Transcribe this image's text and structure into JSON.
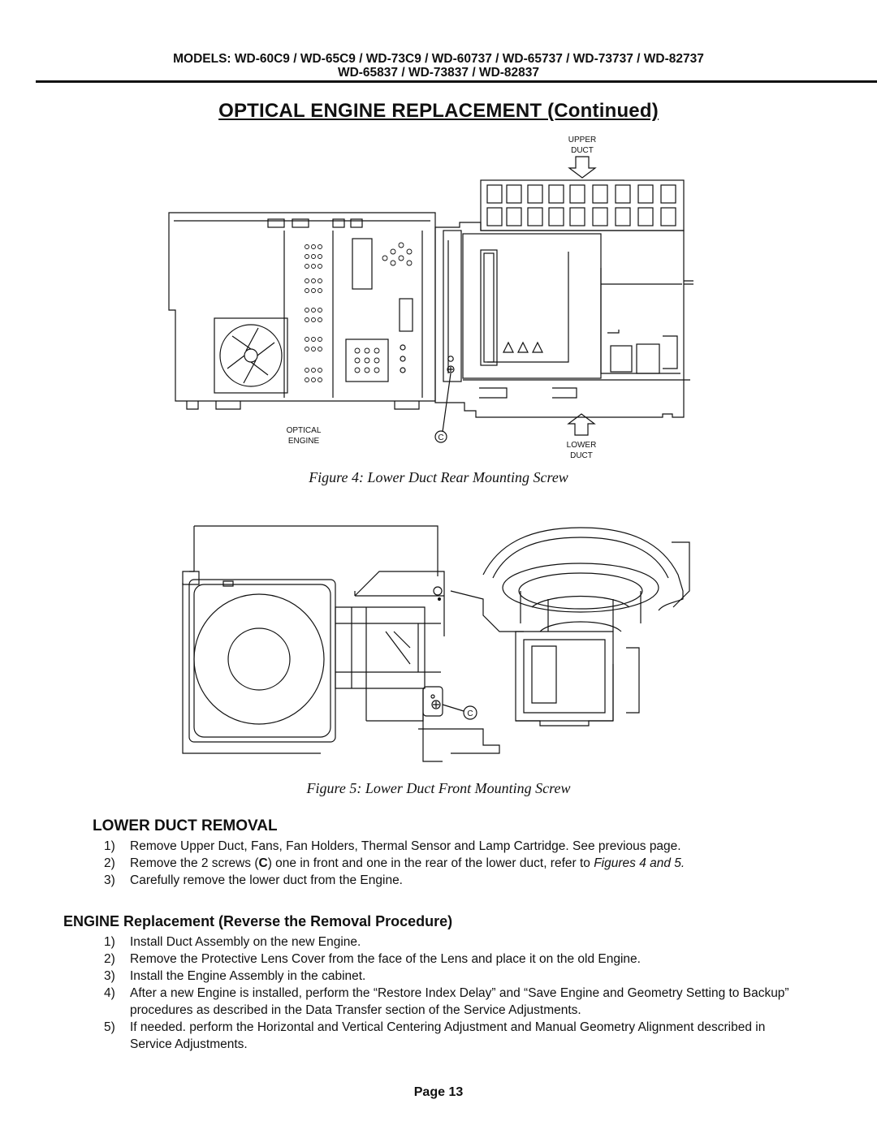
{
  "header": {
    "models_line1": "MODELS: WD-60C9 / WD-65C9 / WD-73C9 / WD-60737 / WD-65737 / WD-73737 / WD-82737",
    "models_line2": "WD-65837 / WD-73837 / WD-82837"
  },
  "title": "OPTICAL  ENGINE  REPLACEMENT  (Continued)",
  "figure4": {
    "labels": {
      "upper_duct_1": "UPPER",
      "upper_duct_2": "DUCT",
      "optical_engine_1": "OPTICAL",
      "optical_engine_2": "ENGINE",
      "lower_duct_1": "LOWER",
      "lower_duct_2": "DUCT",
      "screw": "C"
    },
    "caption": "Figure 4:  Lower Duct Rear Mounting Screw"
  },
  "figure5": {
    "labels": {
      "screw": "C"
    },
    "caption": "Figure 5:  Lower Duct  Front Mounting Screw"
  },
  "lower_duct_removal": {
    "heading": "LOWER DUCT REMOVAL",
    "steps": [
      {
        "n": "1)",
        "text": "Remove Upper Duct, Fans, Fan Holders, Thermal Sensor and Lamp Cartridge. See previous page."
      },
      {
        "n": "2)",
        "pre": "Remove the 2 screws (",
        "bold": "C",
        "post": ") one in front and one in the rear of the lower duct, refer to ",
        "italic": "Figures 4 and 5."
      },
      {
        "n": "3)",
        "text": "Carefully remove the lower duct from the Engine."
      }
    ]
  },
  "engine_replacement": {
    "heading": "ENGINE Replacement (Reverse the Removal Procedure)",
    "steps": [
      {
        "n": "1)",
        "text": "Install Duct Assembly on the new Engine."
      },
      {
        "n": "2)",
        "text": "Remove the Protective Lens Cover from the face of the Lens and place it on the old Engine."
      },
      {
        "n": "3)",
        "text": "Install the Engine Assembly in the cabinet."
      },
      {
        "n": "4)",
        "text": "After a new Engine is installed, perform the “Restore Index Delay” and “Save Engine and Geometry Setting to Backup” procedures as described in the Data Transfer section of the Service Adjustments."
      },
      {
        "n": "5)",
        "text": "If needed. perform the Horizontal and Vertical Centering Adjustment and Manual Geometry Alignment described in Service Adjustments."
      }
    ]
  },
  "footer": {
    "page": "Page 13"
  }
}
